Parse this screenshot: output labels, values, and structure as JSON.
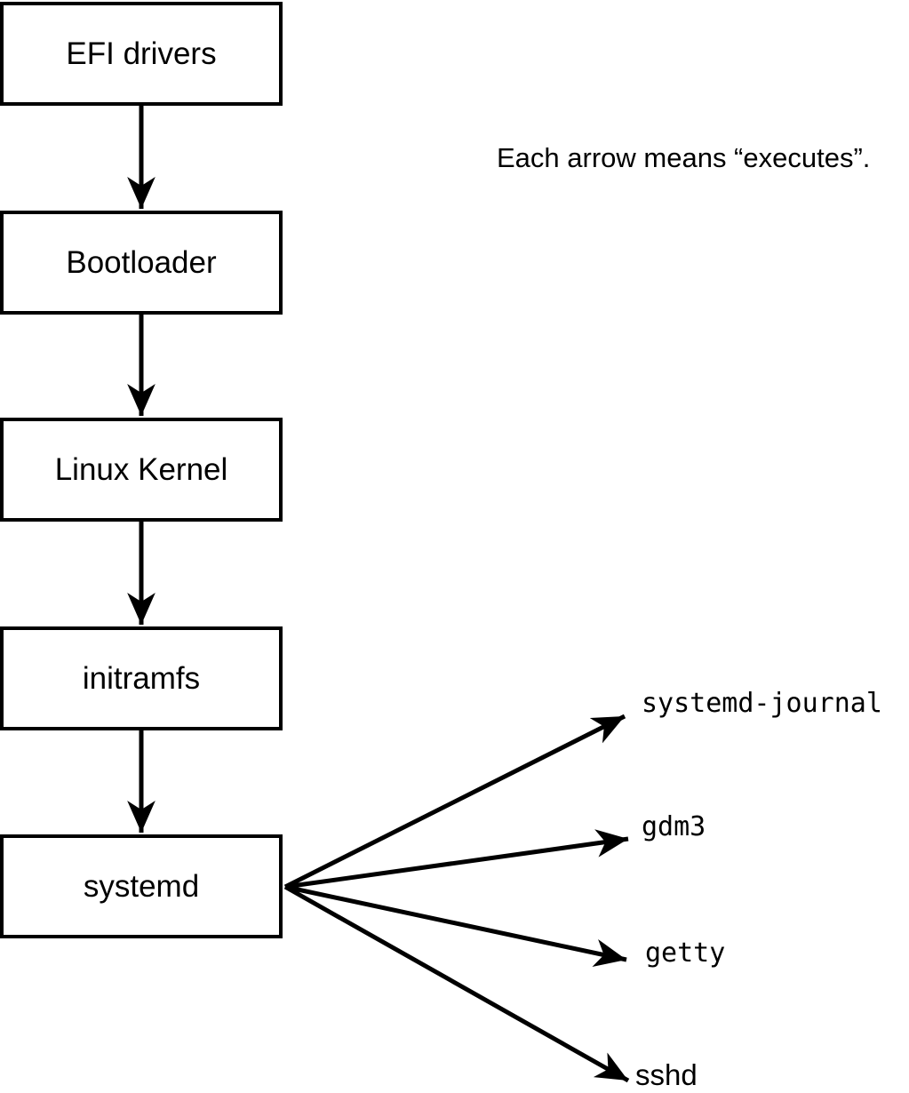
{
  "diagram": {
    "annotation": "Each arrow means “executes”.",
    "arrow_meaning": "executes",
    "boot_chain": [
      {
        "label": "EFI drivers"
      },
      {
        "label": "Bootloader"
      },
      {
        "label": "Linux Kernel"
      },
      {
        "label": "initramfs"
      },
      {
        "label": "systemd"
      }
    ],
    "spawned_services": [
      {
        "label": "systemd-journal"
      },
      {
        "label": "gdm3"
      },
      {
        "label": "getty"
      },
      {
        "label": "sshd"
      }
    ],
    "colors": {
      "stroke": "#000000",
      "background": "#ffffff",
      "box_fill": "#ffffff"
    }
  }
}
